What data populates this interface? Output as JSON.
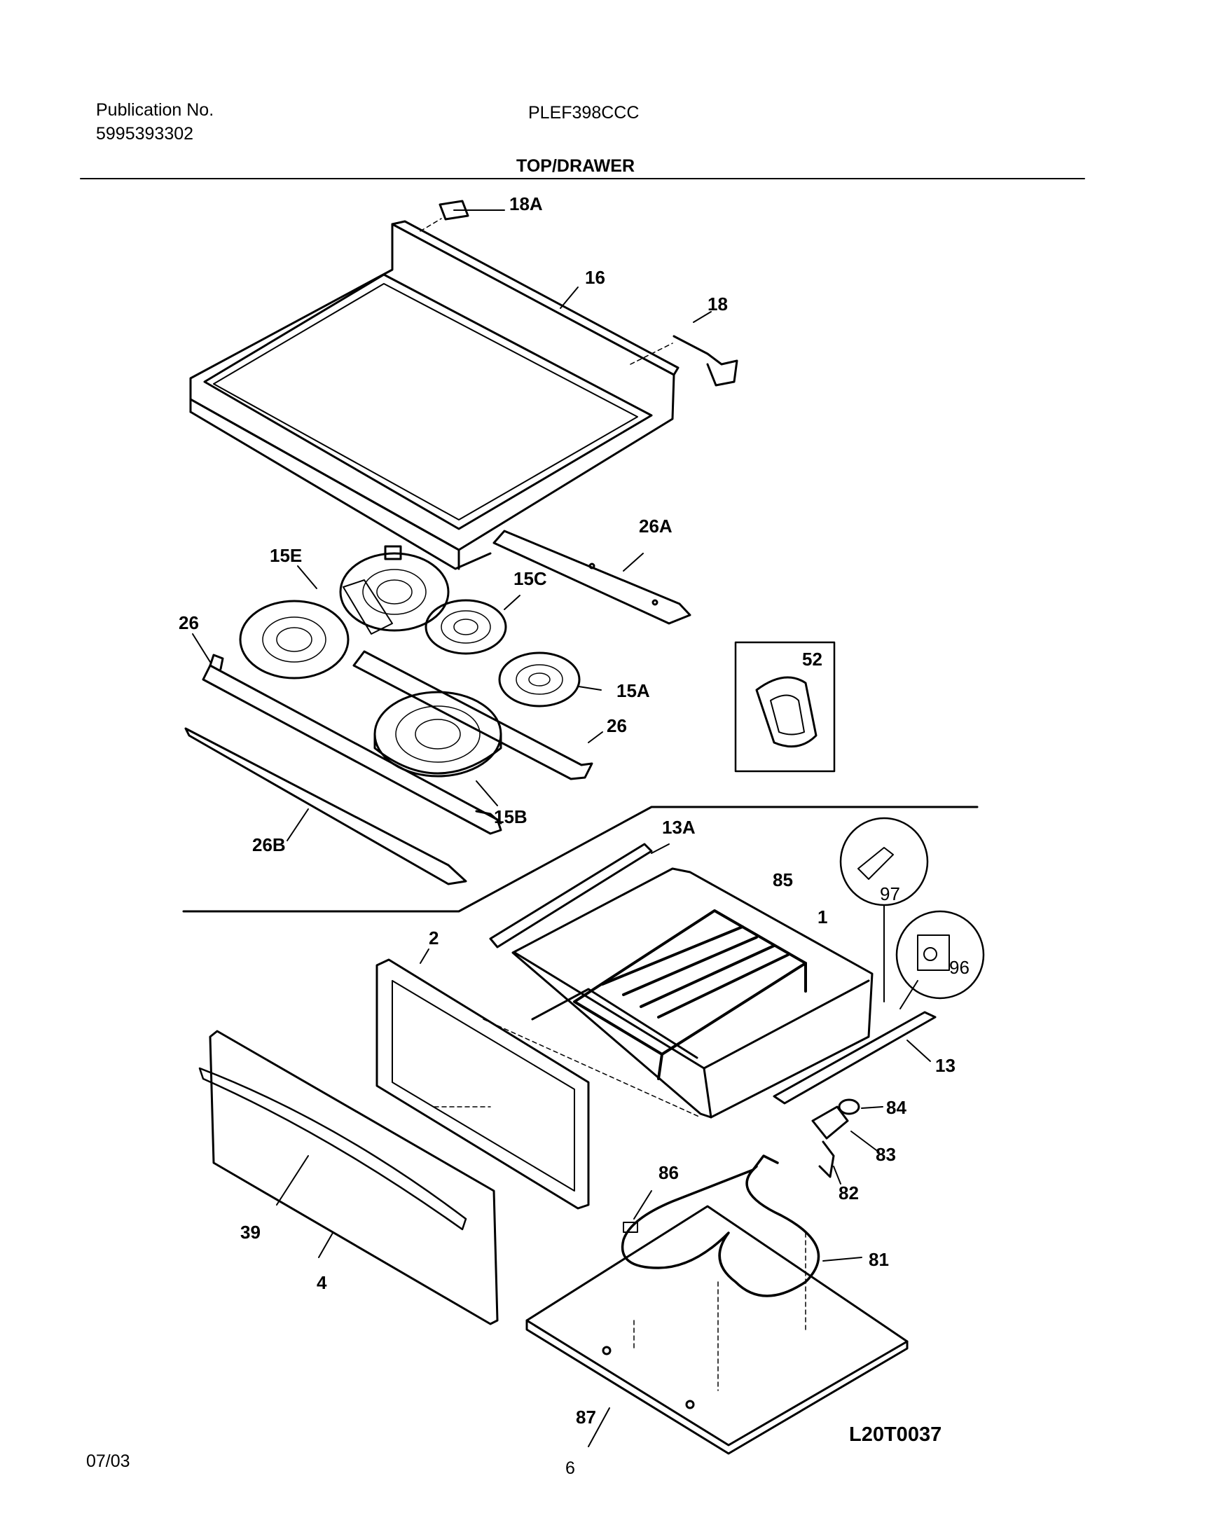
{
  "header": {
    "publication_label": "Publication No.",
    "publication_number": "5995393302",
    "model": "PLEF398CCC",
    "section_title": "TOP/DRAWER"
  },
  "footer": {
    "date": "07/03",
    "page_number": "6",
    "diagram_code": "L20T0037"
  },
  "part_labels": {
    "p18A": "18A",
    "p16": "16",
    "p18": "18",
    "p26A": "26A",
    "p15E": "15E",
    "p15C": "15C",
    "p26_left": "26",
    "p15A": "15A",
    "p26_right": "26",
    "p15B": "15B",
    "p26B": "26B",
    "p52": "52",
    "p13A": "13A",
    "p85": "85",
    "p1": "1",
    "p97": "97",
    "p2": "2",
    "p96": "96",
    "p13": "13",
    "p84": "84",
    "p83": "83",
    "p82": "82",
    "p86": "86",
    "p39": "39",
    "p81": "81",
    "p4": "4",
    "p87": "87"
  }
}
